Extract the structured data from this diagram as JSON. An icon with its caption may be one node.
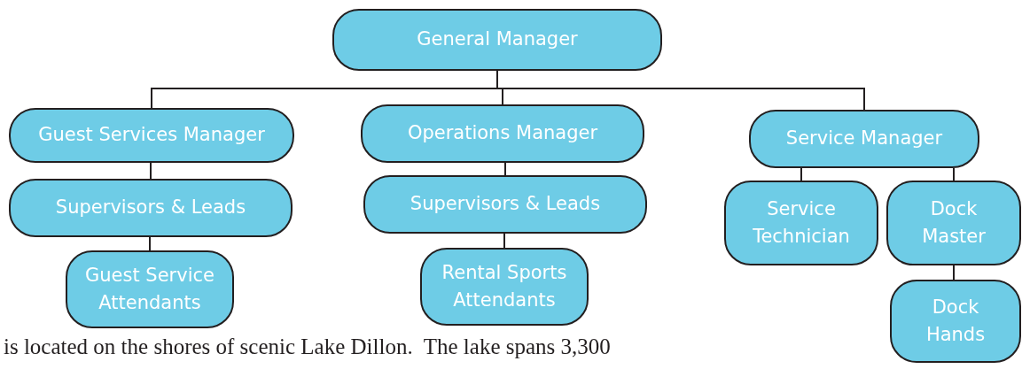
{
  "diagram": {
    "nodes": [
      {
        "text": [
          "General Manager"
        ]
      },
      {
        "text": [
          "Guest Services Manager"
        ]
      },
      {
        "text": [
          "Operations Manager"
        ]
      },
      {
        "text": [
          "Service Manager"
        ]
      },
      {
        "text": [
          "Supervisors & Leads"
        ]
      },
      {
        "text": [
          "Supervisors & Leads"
        ]
      },
      {
        "text": [
          "Service Technician"
        ]
      },
      {
        "text": [
          "Dock Master"
        ]
      },
      {
        "text": [
          "Guest Service Attendants"
        ]
      },
      {
        "text": [
          "Rental Sports Attendants"
        ]
      },
      {
        "text": [
          "Dock Hands"
        ]
      }
    ],
    "edges": [
      {
        "from": 0,
        "to": 1,
        "arrow": "none"
      },
      {
        "from": 0,
        "to": 2,
        "arrow": "none"
      },
      {
        "from": 0,
        "to": 3,
        "arrow": "none"
      },
      {
        "from": 1,
        "to": 4,
        "arrow": "none"
      },
      {
        "from": 4,
        "to": 8,
        "arrow": "none"
      },
      {
        "from": 2,
        "to": 5,
        "arrow": "none"
      },
      {
        "from": 5,
        "to": 9,
        "arrow": "none"
      },
      {
        "from": 3,
        "to": 6,
        "arrow": "none"
      },
      {
        "from": 3,
        "to": 7,
        "arrow": "none"
      },
      {
        "from": 7,
        "to": 10,
        "arrow": "none"
      }
    ],
    "labels": [
      "is located on the shores of scenic Lake Dillon.  The lake spans 3,300"
    ]
  }
}
